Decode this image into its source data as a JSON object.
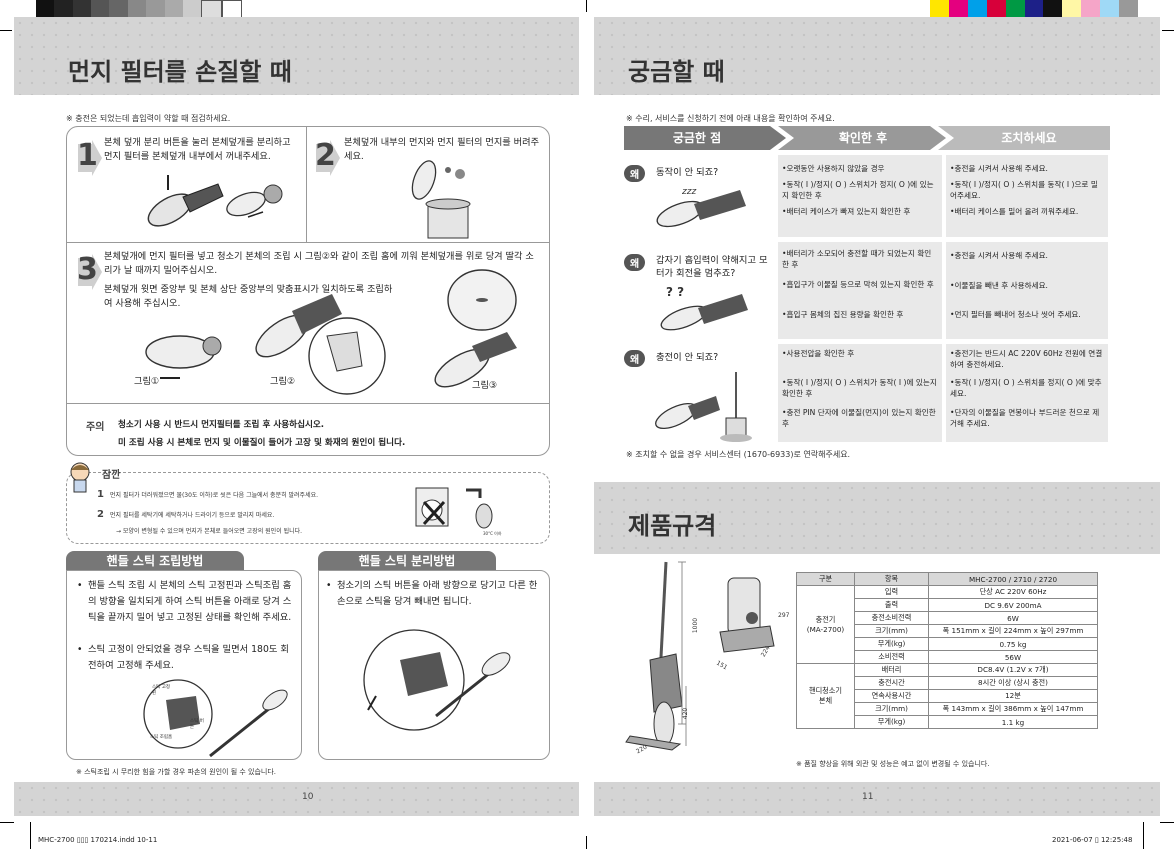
{
  "left": {
    "title": "먼지 필터를 손질할 때",
    "note": "※ 충전은 되었는데 흡입력이 약할 때 점검하세요.",
    "step1": {
      "num": "1",
      "text": "본체 덮개 분리 버튼을 눌러 본체덮개를 분리하고 먼지 필터를 본체덮개 내부에서 꺼내주세요."
    },
    "step2": {
      "num": "2",
      "text": "본체덮개 내부의 먼지와 먼지 필터의 먼지를 버려주세요."
    },
    "step3": {
      "num": "3",
      "text1": "본체덮개에 먼지 필터를 넣고 청소기 본체의 조립 시 그림②와 같이 조립 홈에 끼워 본체덮개를 위로 당겨 딸각 소리가 날 때까지 밀어주십시오.",
      "text2": "본체덮개 윗면 중앙부 및 본체 상단 중앙부의 맞춤표시가 일치하도록 조립하여 사용해 주십시오.",
      "fig1": "그림①",
      "fig2": "그림②",
      "fig3": "그림③"
    },
    "caution": {
      "label": "주의",
      "line1": "청소기 사용 시 반드시 먼지필터를 조립 후 사용하십시오.",
      "line2": "미 조립 사용 시 본체로 먼지 및 이물질이 들어가 고장 및 화재의 원인이 됩니다."
    },
    "tip": {
      "label": "잠깐",
      "item1": "먼지 필터가 더러워졌으면 물(30도 이하)로 씻은 다음 그늘에서 충분히 말려주세요.",
      "item2": "먼지 필터를 세탁기에 세탁하거나 드라이기 등으로 말리지 마세요.",
      "item2_sub": "→ 모양이 변형될 수 있으며 먼지가 본체로 들어오면 고장의 원인이 됩니다.",
      "temp": "30°C 이하"
    },
    "assemble": {
      "title": "핸들 스틱 조립방법",
      "b1": "핸들 스틱 조립 시 본체의 스틱 고정핀과 스틱조립 홈의 방향을 일치되게 하여 스틱 버튼을 아래로 당겨 스틱을 끝까지 밀어 넣고 고정된 상태를 확인해 주세요.",
      "b2": "스틱 고정이 안되었을 경우 스틱을 밀면서 180도 회전하여 고정해 주세요.",
      "lbl1": "스틱 고정핀",
      "lbl2": "스틱 버튼",
      "lbl3": "스틱 조립홈"
    },
    "detach": {
      "title": "핸들 스틱 분리방법",
      "b1": "청소기의 스틱 버튼을 아래 방향으로 당기고 다른 한 손으로 스틱을 당겨 빼내면 됩니다."
    },
    "stick_note": "※ 스틱조립 시 무리한 힘을 가할 경우 파손의 원인이 될 수 있습니다.",
    "page": "10"
  },
  "right": {
    "title": "궁금할 때",
    "note": "※ 수리, 서비스를 신청하기 전에 아래 내용을 확인하여 주세요.",
    "headers": [
      "궁금한 점",
      "확인한 후",
      "조치하세요"
    ],
    "why": "왜",
    "faq": [
      {
        "q": "동작이 안 되죠?",
        "check": [
          "•오랫동안 사용하지 않았을 경우",
          "•동작( I )/정지( O ) 스위치가 정지( O )에 있는지 확인한 후",
          "•배터리 케이스가 빠져 있는지 확인한 후"
        ],
        "fix": [
          "•충전을 시켜서 사용해 주세요.",
          "•동작( I )/정지( O ) 스위치를 동작( I )으로 밀어주세요.",
          "•배터리 케이스를 밀어 올려 끼워주세요."
        ]
      },
      {
        "q": "갑자기 흡입력이 약해지고 모터가 회전을 멈추죠?",
        "check": [
          "•배터리가 소모되어 충전할 때가 되었는지 확인한 후",
          "•흡입구가 이물질 등으로 막혀 있는지 확인한 후",
          "•흡입구 몸체의 집진 용량을 확인한 후"
        ],
        "fix": [
          "•충전을 시켜서 사용해 주세요.",
          "•이물질을 빼낸 후 사용하세요.",
          "•먼지 필터를 빼내어 청소나 씻어 주세요."
        ]
      },
      {
        "q": "충전이 안 되죠?",
        "check": [
          "•사용전압을 확인한 후",
          "•동작( I )/정지( O ) 스위치가 동작( I )에 있는지 확인한 후",
          "•충전 PIN 단자에 이물질(먼지)이 있는지 확인한 후"
        ],
        "fix": [
          "•충전기는 반드시 AC 220V 60Hz 전원에 연결하여 충전하세요.",
          "•동작( I )/정지( O ) 스위치를 정지( O )에 맞추세요.",
          "•단자의 이물질을 면봉이나 부드러운 천으로 제거해 주세요."
        ]
      }
    ],
    "service_note": "※ 조치할 수 없을 경우 서비스센터 (1670-6933)로 연락해주세요.",
    "spec_title": "제품규격",
    "dims": {
      "h1": "1000",
      "w1": "220",
      "h2": "420",
      "charger_h": "297",
      "charger_w": "151",
      "charger_d": "224"
    },
    "spec": {
      "header": [
        "구분",
        "항목",
        "MHC-2700 / 2710 / 2720"
      ],
      "group1": {
        "name1": "충전기",
        "name2": "(MA-2700)",
        "rows": [
          [
            "입력",
            "단상 AC 220V 60Hz"
          ],
          [
            "출력",
            "DC 9.6V 200mA"
          ],
          [
            "충전소비전력",
            "6W"
          ],
          [
            "크기(mm)",
            "폭 151mm x 길이 224mm x 높이 297mm"
          ],
          [
            "무게(kg)",
            "0.75 kg"
          ],
          [
            "소비전력",
            "56W"
          ]
        ]
      },
      "group2": {
        "name1": "핸디청소기",
        "name2": "본체",
        "rows": [
          [
            "배터리",
            "DC8.4V (1.2V x 7개)"
          ],
          [
            "충전시간",
            "8시간 이상 (상시 충전)"
          ],
          [
            "연속사용시간",
            "12분"
          ],
          [
            "크기(mm)",
            "폭 143mm x 길이 386mm x 높이 147mm"
          ],
          [
            "무게(kg)",
            "1.1 kg"
          ]
        ]
      }
    },
    "spec_note": "※ 품질 향상을 위해 외관 및 성능은 예고 없이 변경될 수 있습니다.",
    "page": "11"
  },
  "footer": {
    "left": "MHC-2700 ▯▯▯ 170214.indd   10-11",
    "right": "2021-06-07   ▯ 12:25:48"
  },
  "colors": {
    "band": "#d4d4d4",
    "pill": "#777777",
    "faq_cell": "#e9e9e9",
    "why_badge": "#555555"
  }
}
